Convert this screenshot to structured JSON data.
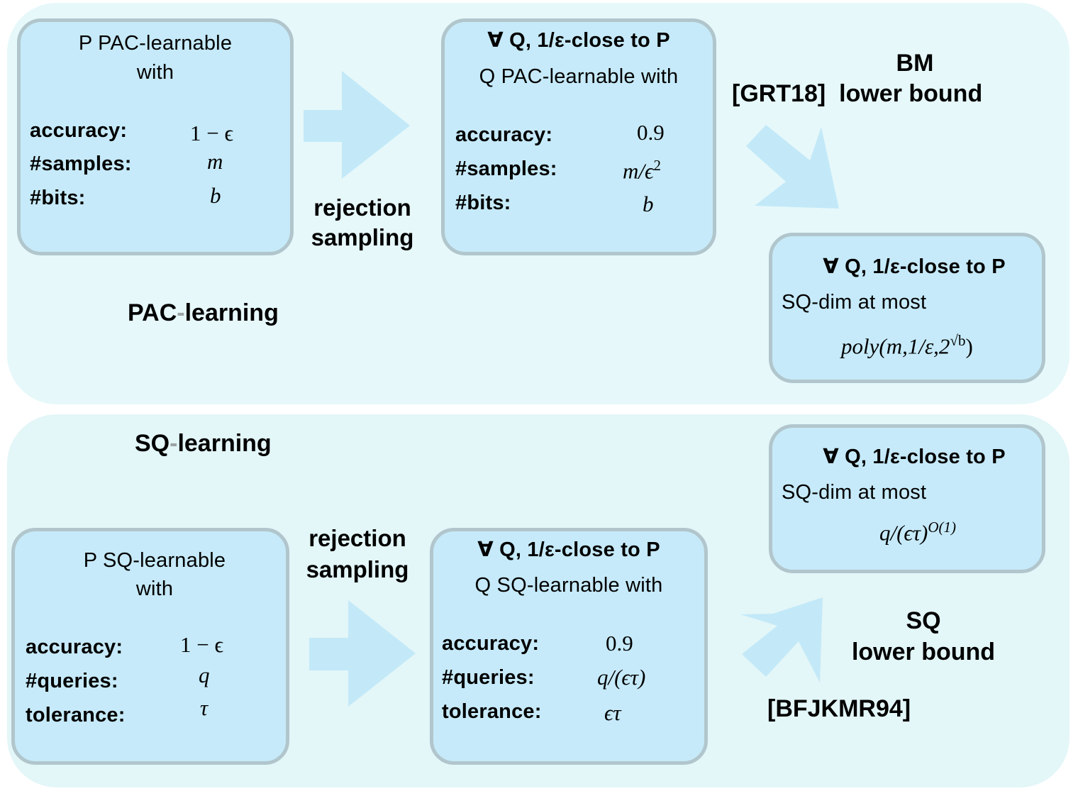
{
  "colors": {
    "panel": "#e6f8fa",
    "box_fill": "#c6eaf9",
    "box_border": "#b1c6cc",
    "arrow": "#c3e9f8"
  },
  "pac_section": {
    "title_prefix": "PAC",
    "title_dash": "-",
    "title_suffix": "learning",
    "box_start": {
      "title_line1": "P PAC-learnable",
      "title_line2": "with",
      "rows": [
        {
          "label": "accuracy:",
          "value": "1 − ϵ"
        },
        {
          "label": "#samples:",
          "value": "m"
        },
        {
          "label": "#bits:",
          "value": "b"
        }
      ]
    },
    "reduction_label_line1": "rejection",
    "reduction_label_line2": "sampling",
    "box_close": {
      "title_line1": "∀ Q, 1/ε-close to P",
      "title_line2": "Q PAC-learnable with",
      "rows": [
        {
          "label": "accuracy:",
          "value": "0.9"
        },
        {
          "label": "#samples:",
          "value_main": "m/ϵ",
          "value_sup": "2"
        },
        {
          "label": "#bits:",
          "value": "b"
        }
      ]
    },
    "bound_label_line1": "BM",
    "bound_label_line2": "[GRT18]  lower bound",
    "box_result": {
      "title_line1": "∀ Q, 1/ε-close to P",
      "title_line2": "SQ-dim at most",
      "formula_main": "poly(m,1/ε,2",
      "formula_sup": "√b",
      "formula_end": ")"
    }
  },
  "sq_section": {
    "title_prefix": "SQ",
    "title_dash": "-",
    "title_suffix": "learning",
    "box_start": {
      "title_line1": "P SQ-learnable",
      "title_line2": "with",
      "rows": [
        {
          "label": "accuracy:",
          "value": "1 − ϵ"
        },
        {
          "label": "#queries:",
          "value": "q"
        },
        {
          "label": "tolerance:",
          "value": "τ"
        }
      ]
    },
    "reduction_label_line1": "rejection",
    "reduction_label_line2": "sampling",
    "box_close": {
      "title_line1": "∀ Q, 1/ε-close to P",
      "title_line2": "Q SQ-learnable with",
      "rows": [
        {
          "label": "accuracy:",
          "value": "0.9"
        },
        {
          "label": "#queries:",
          "value": "q/(ϵτ)"
        },
        {
          "label": "tolerance:",
          "value": "ϵτ"
        }
      ]
    },
    "bound_label_line1": "SQ",
    "bound_label_line2": "lower bound",
    "bound_citation": "[BFJKMR94]",
    "box_result": {
      "title_line1": "∀ Q, 1/ε-close to P",
      "title_line2": "SQ-dim at most",
      "formula_main": "q/(ϵτ)",
      "formula_sup": "O(1)"
    }
  }
}
